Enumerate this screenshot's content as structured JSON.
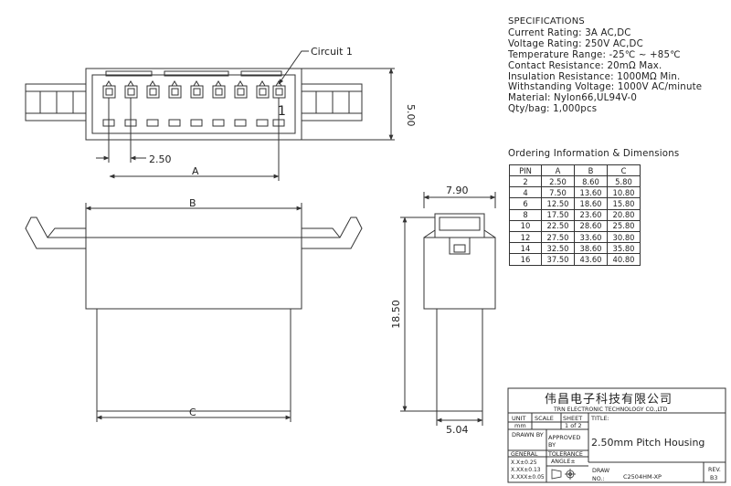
{
  "specifications": {
    "title": "SPECIFICATIONS",
    "lines": [
      "Current Rating: 3A AC,DC",
      "Voltage Rating: 250V AC,DC",
      "Temperature Range: -25℃ ~ +85℃",
      "Contact Resistance: 20mΩ Max.",
      "Insulation Resistance: 1000MΩ Min.",
      "Withstanding Voltage: 1000V AC/minute",
      "Material: Nylon66,UL94V-0",
      "Qty/bag: 1,000pcs"
    ]
  },
  "ordering": {
    "title": "Ordering Information & Dimensions",
    "headers": [
      "PIN",
      "A",
      "B",
      "C"
    ],
    "rows": [
      [
        "2",
        "2.50",
        "8.60",
        "5.80"
      ],
      [
        "4",
        "7.50",
        "13.60",
        "10.80"
      ],
      [
        "6",
        "12.50",
        "18.60",
        "15.80"
      ],
      [
        "8",
        "17.50",
        "23.60",
        "20.80"
      ],
      [
        "10",
        "22.50",
        "28.60",
        "25.80"
      ],
      [
        "12",
        "27.50",
        "33.60",
        "30.80"
      ],
      [
        "14",
        "32.50",
        "38.60",
        "35.80"
      ],
      [
        "16",
        "37.50",
        "43.60",
        "40.80"
      ]
    ]
  },
  "drawing_labels": {
    "circuit": "Circuit  1",
    "pin_one": "1",
    "pitch": "2.50",
    "dim_a": "A",
    "dim_height": "5.00",
    "dim_b": "B",
    "dim_c": "C",
    "dim_width": "7.90",
    "dim_total_height": "18.50",
    "dim_bottom": "5.04"
  },
  "title_block": {
    "company_cn": "伟昌电子科技有限公司",
    "company_en": "TRN ELECTRONIC TECHNOLOGY CO.,LTD",
    "unit_label": "UNIT",
    "scale_label": "SCALE",
    "sheet_label": "SHEET",
    "title_label": "TITLE:",
    "unit_value": "mm",
    "sheet_value": "1 of 2",
    "drawn_by": "DRAWN BY",
    "approved_by_1": "APPROVED",
    "approved_by_2": "BY",
    "product_title": "2.50mm Pitch Housing",
    "general": "GENERAL",
    "tolerance": "TOLERANCE",
    "tol_1": "X.X±0.25",
    "tol_2": "X.XX±0.13",
    "tol_3": "X.XXX±0.05",
    "angle": "ANGLE±",
    "draw_label": "DRAW",
    "no_label": "NO.:",
    "part_no": "C2504HM-XP",
    "rev_label": "REV.",
    "rev_value": "B3"
  }
}
